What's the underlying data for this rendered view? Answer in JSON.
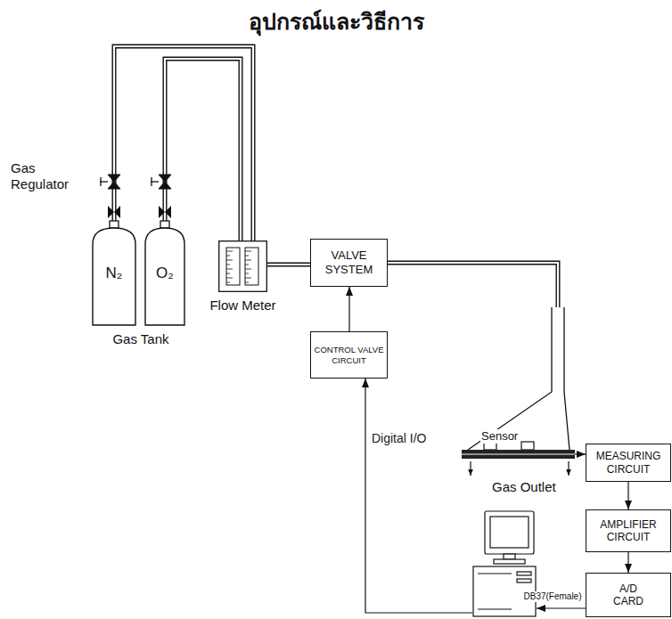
{
  "diagram": {
    "title": "อุปกรณ์และวิธีการ",
    "nodes": [
      {
        "text": [
          "N₂"
        ]
      },
      {
        "text": [
          "O₂"
        ]
      },
      {
        "text": [
          "Flow Meter"
        ]
      },
      {
        "text": [
          "VALVE SYSTEM"
        ]
      },
      {
        "text": [
          "CONTROL VALVE CIRCUIT"
        ]
      },
      {
        "text": [
          "Sensor"
        ]
      },
      {
        "text": [
          "MEASURING CIRCUIT"
        ]
      },
      {
        "text": [
          "AMPLIFIER CIRCUIT"
        ]
      },
      {
        "text": [
          "A/D CARD"
        ]
      },
      {
        "text": []
      }
    ],
    "edges": [
      {
        "from": 0,
        "to": 2,
        "arrow": "none"
      },
      {
        "from": 1,
        "to": 2,
        "arrow": "none"
      },
      {
        "from": 2,
        "to": 3,
        "arrow": "none"
      },
      {
        "from": 3,
        "to": 5,
        "arrow": "none"
      },
      {
        "from": 4,
        "to": 3,
        "arrow": "to"
      },
      {
        "from": 5,
        "to": 6,
        "arrow": "to"
      },
      {
        "from": 6,
        "to": 7,
        "arrow": "to"
      },
      {
        "from": 7,
        "to": 8,
        "arrow": "to"
      },
      {
        "from": 8,
        "to": 9,
        "label": "DB37(Female)",
        "arrow": "to"
      },
      {
        "from": 9,
        "to": 4,
        "label": "Digital I/O",
        "arrow": "to"
      }
    ],
    "labels": [
      "Gas Regulator",
      "Gas Tank",
      "Gas Outlet"
    ]
  }
}
